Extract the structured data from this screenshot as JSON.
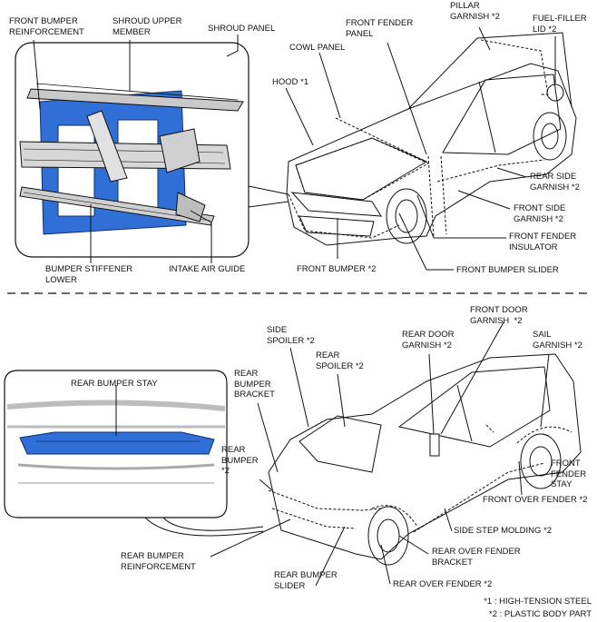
{
  "labels": {
    "front_bumper_reinforcement": "FRONT BUMPER\nREINFORCEMENT",
    "shroud_upper_member": "SHROUD UPPER\nMEMBER",
    "shroud_panel": "SHROUD PANEL",
    "cowl_panel": "COWL PANEL",
    "front_fender_panel": "FRONT FENDER\nPANEL",
    "pillar_garnish": "PILLAR\nGARNISH *2",
    "fuel_filler_lid": "FUEL-FILLER\nLID *2",
    "hood": "HOOD *1",
    "rear_side_garnish": "REAR SIDE\nGARNISH *2",
    "front_side_garnish": "FRONT SIDE\nGARNISH *2",
    "front_fender_insulator": "FRONT FENDER\nINSULATOR",
    "bumper_stiffener_lower": "BUMPER STIFFENER\nLOWER",
    "intake_air_guide": "INTAKE AIR GUIDE",
    "front_bumper": "FRONT BUMPER *2",
    "front_bumper_slider": "FRONT BUMPER SLIDER",
    "front_door_garnish": "FRONT DOOR\nGARNISH  *2",
    "side_spoiler": "SIDE\nSPOILER *2",
    "rear_door_garnish": "REAR DOOR\nGARNISH *2",
    "sail_garnish": "SAIL\nGARNISH *2",
    "rear_spoiler": "REAR\nSPOILER *2",
    "rear_bumper_bracket": "REAR\nBUMPER\nBRACKET",
    "rear_bumper_stay": "REAR BUMPER STAY",
    "rear_bumper": "REAR\nBUMPER\n*2",
    "front_fender_stay": "FRONT\nFENDER\nSTAY",
    "front_over_fender": "FRONT OVER FENDER *2",
    "side_step_molding": "SIDE STEP MOLDING *2",
    "rear_bumper_reinforcement": "REAR BUMPER\nREINFORCEMENT",
    "rear_over_fender_bracket": "REAR OVER FENDER\nBRACKET",
    "rear_bumper_slider": "REAR BUMPER\nSLIDER",
    "rear_over_fender": "REAR OVER FENDER *2"
  },
  "legend": {
    "high_tension_steel": "*1 : HIGH-TENSION STEEL",
    "plastic_body_part": "*2 : PLASTIC BODY PART"
  },
  "colors": {
    "steel_blue": "#2f6fd6",
    "line": "#111111",
    "part_gray": "#c9c9c9"
  }
}
